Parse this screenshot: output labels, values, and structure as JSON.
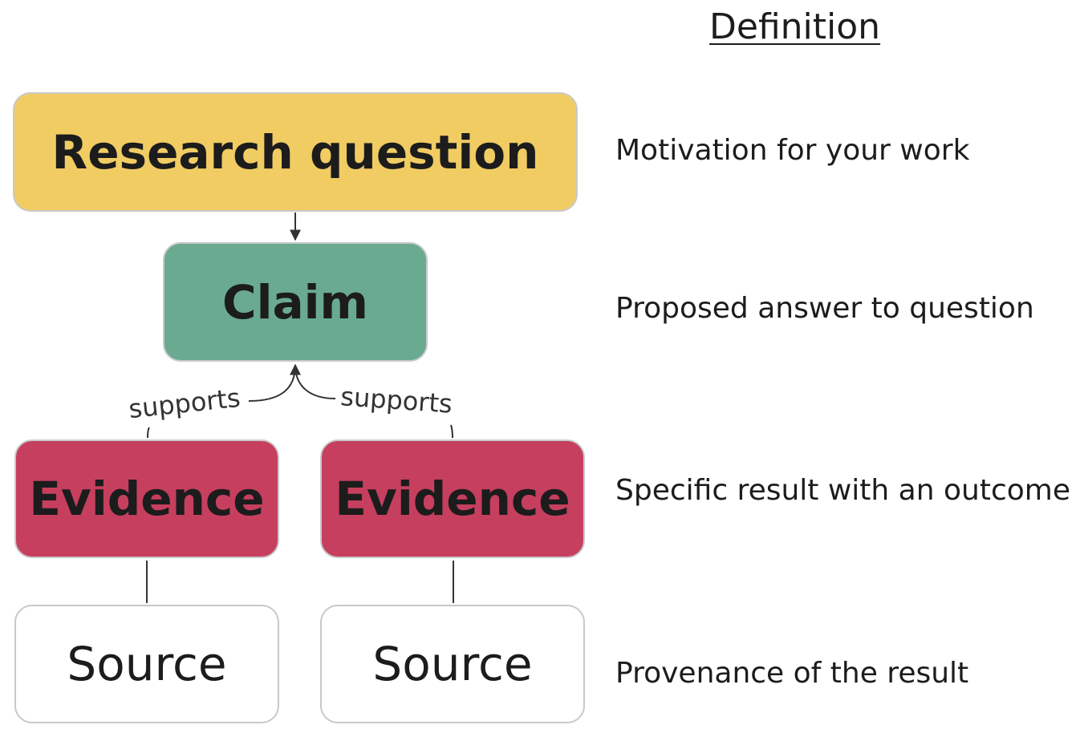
{
  "heading": "Definition",
  "nodes": {
    "research_question": "Research question",
    "claim": "Claim",
    "evidence_left": "Evidence",
    "evidence_right": "Evidence",
    "source_left": "Source",
    "source_right": "Source"
  },
  "edges": {
    "left_label": "supports",
    "right_label": "supports"
  },
  "definitions": {
    "research_question": "Motivation for your work",
    "claim": "Proposed answer to question",
    "evidence": "Specific result with an outcome",
    "source": "Provenance of the result"
  },
  "colors": {
    "research_question": "#f0cc63",
    "claim": "#69aa90",
    "evidence": "#c63f5e",
    "source": "#ffffff"
  }
}
